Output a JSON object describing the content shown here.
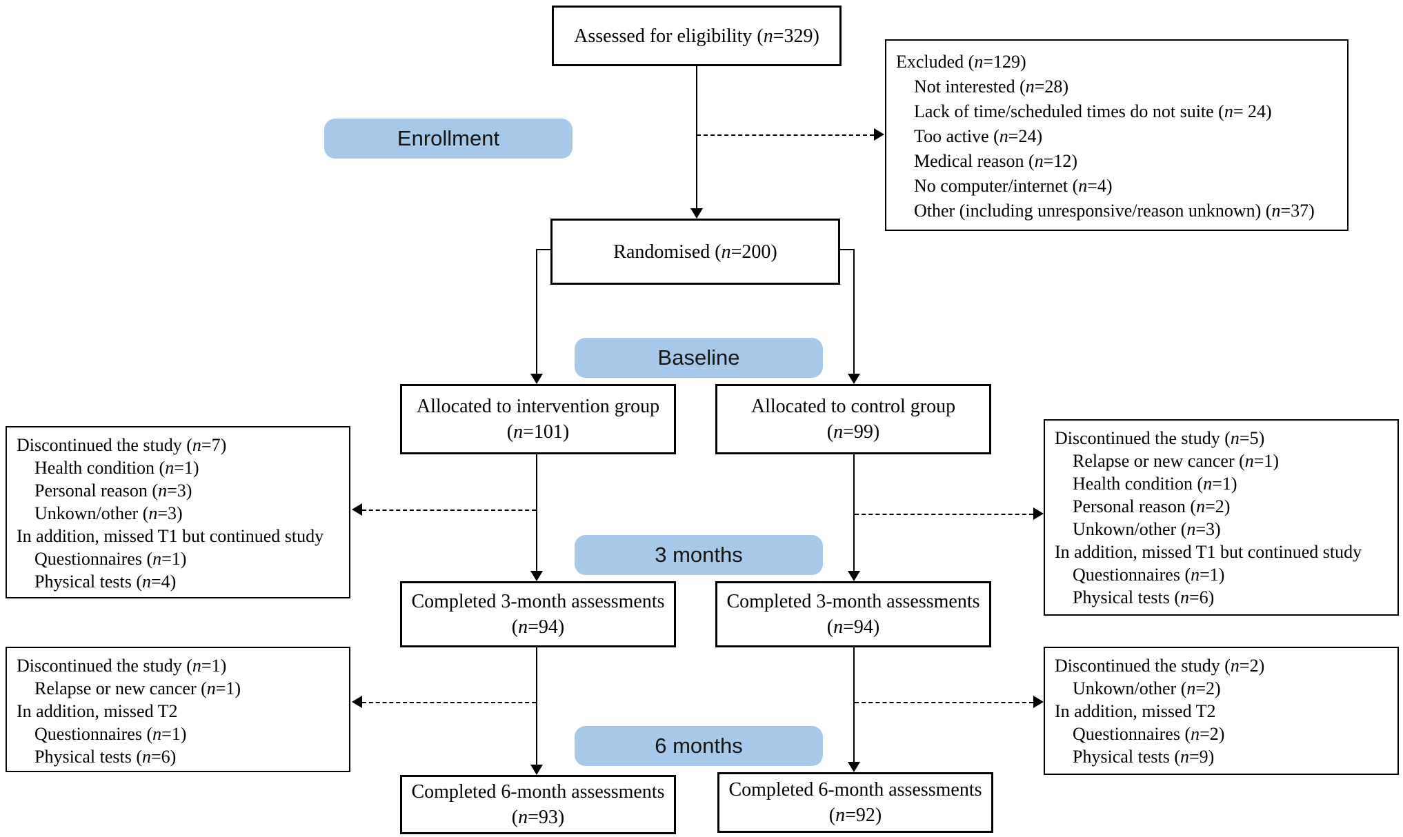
{
  "colors": {
    "stage_badge": "#A6C9EA",
    "connector": "#000000"
  },
  "stages": {
    "enrollment": "Enrollment",
    "baseline": "Baseline",
    "m3": "3 months",
    "m6": "6 months"
  },
  "flow": {
    "assessed": "Assessed for eligibility (n=329)",
    "randomised": "Randomised (n=200)",
    "alloc_intervention": [
      "Allocated to intervention group",
      "(n=101)"
    ],
    "alloc_control": [
      "Allocated to control group",
      "(n=99)"
    ],
    "completed3_intervention": [
      "Completed 3-month assessments",
      "(n=94)"
    ],
    "completed3_control": [
      "Completed 3-month assessments",
      "(n=94)"
    ],
    "completed6_intervention": [
      "Completed 6-month assessments",
      "(n=93)"
    ],
    "completed6_control": [
      "Completed 6-month assessments",
      "(n=92)"
    ]
  },
  "excluded": {
    "lines": [
      {
        "text": "Excluded (n=129)",
        "indent": false
      },
      {
        "text": "Not interested (n=28)",
        "indent": true
      },
      {
        "text": "Lack of time/scheduled times do not suite (n= 24)",
        "indent": true
      },
      {
        "text": "Too active (n=24)",
        "indent": true
      },
      {
        "text": "Medical reason (n=12)",
        "indent": true
      },
      {
        "text": "No computer/internet (n=4)",
        "indent": true
      },
      {
        "text": "Other (including unresponsive/reason unknown) (n=37)",
        "indent": true
      }
    ]
  },
  "dropout_t1_intervention": {
    "lines": [
      {
        "text": "Discontinued the study (n=7)",
        "indent": false
      },
      {
        "text": "Health condition (n=1)",
        "indent": true
      },
      {
        "text": "Personal reason (n=3)",
        "indent": true
      },
      {
        "text": "Unkown/other (n=3)",
        "indent": true
      },
      {
        "text": "In addition, missed T1 but continued study",
        "indent": false
      },
      {
        "text": "Questionnaires (n=1)",
        "indent": true
      },
      {
        "text": "Physical tests (n=4)",
        "indent": true
      }
    ]
  },
  "dropout_t1_control": {
    "lines": [
      {
        "text": "Discontinued the study (n=5)",
        "indent": false
      },
      {
        "text": "Relapse or new cancer (n=1)",
        "indent": true
      },
      {
        "text": "Health condition (n=1)",
        "indent": true
      },
      {
        "text": "Personal reason (n=2)",
        "indent": true
      },
      {
        "text": "Unkown/other (n=3)",
        "indent": true
      },
      {
        "text": "In addition, missed T1 but continued study",
        "indent": false
      },
      {
        "text": "Questionnaires (n=1)",
        "indent": true
      },
      {
        "text": "Physical tests (n=6)",
        "indent": true
      }
    ]
  },
  "dropout_t2_intervention": {
    "lines": [
      {
        "text": "Discontinued the study (n=1)",
        "indent": false
      },
      {
        "text": "Relapse or new cancer (n=1)",
        "indent": true
      },
      {
        "text": "In addition, missed T2",
        "indent": false
      },
      {
        "text": "Questionnaires (n=1)",
        "indent": true
      },
      {
        "text": "Physical tests (n=6)",
        "indent": true
      }
    ]
  },
  "dropout_t2_control": {
    "lines": [
      {
        "text": "Discontinued the study (n=2)",
        "indent": false
      },
      {
        "text": "Unkown/other (n=2)",
        "indent": true
      },
      {
        "text": "In addition, missed T2",
        "indent": false
      },
      {
        "text": "Questionnaires (n=2)",
        "indent": true
      },
      {
        "text": "Physical tests (n=9)",
        "indent": true
      }
    ]
  }
}
